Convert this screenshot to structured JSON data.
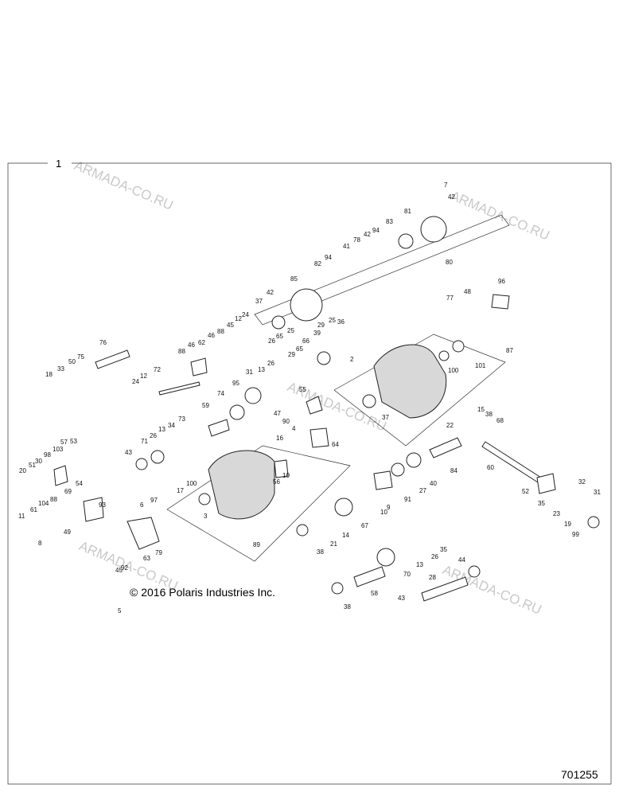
{
  "frame_label": "1",
  "copyright": "© 2016 Polaris Industries Inc.",
  "drawing_number": "701255",
  "watermark": "ARMADA-CO.RU",
  "callouts": [
    "7",
    "42",
    "81",
    "83",
    "80",
    "78",
    "94",
    "41",
    "42",
    "82",
    "94",
    "85",
    "37",
    "42",
    "96",
    "48",
    "77",
    "76",
    "75",
    "50",
    "33",
    "18",
    "62",
    "46",
    "88",
    "45",
    "12",
    "24",
    "65",
    "26",
    "25",
    "39",
    "29",
    "66",
    "25",
    "36",
    "2",
    "87",
    "100",
    "101",
    "88",
    "46",
    "72",
    "24",
    "12",
    "95",
    "74",
    "31",
    "13",
    "26",
    "29",
    "65",
    "55",
    "47",
    "90",
    "4",
    "37",
    "22",
    "15",
    "38",
    "68",
    "59",
    "73",
    "34",
    "13",
    "26",
    "71",
    "43",
    "16",
    "56",
    "64",
    "10",
    "84",
    "60",
    "53",
    "103",
    "57",
    "98",
    "30",
    "51",
    "20",
    "54",
    "69",
    "104",
    "88",
    "61",
    "11",
    "93",
    "49",
    "8",
    "97",
    "6",
    "17",
    "100",
    "3",
    "89",
    "79",
    "63",
    "92",
    "45",
    "5",
    "27",
    "40",
    "91",
    "9",
    "10",
    "14",
    "67",
    "21",
    "38",
    "26",
    "13",
    "35",
    "70",
    "28",
    "58",
    "38",
    "44",
    "43",
    "52",
    "35",
    "32",
    "31",
    "23",
    "19",
    "99"
  ]
}
